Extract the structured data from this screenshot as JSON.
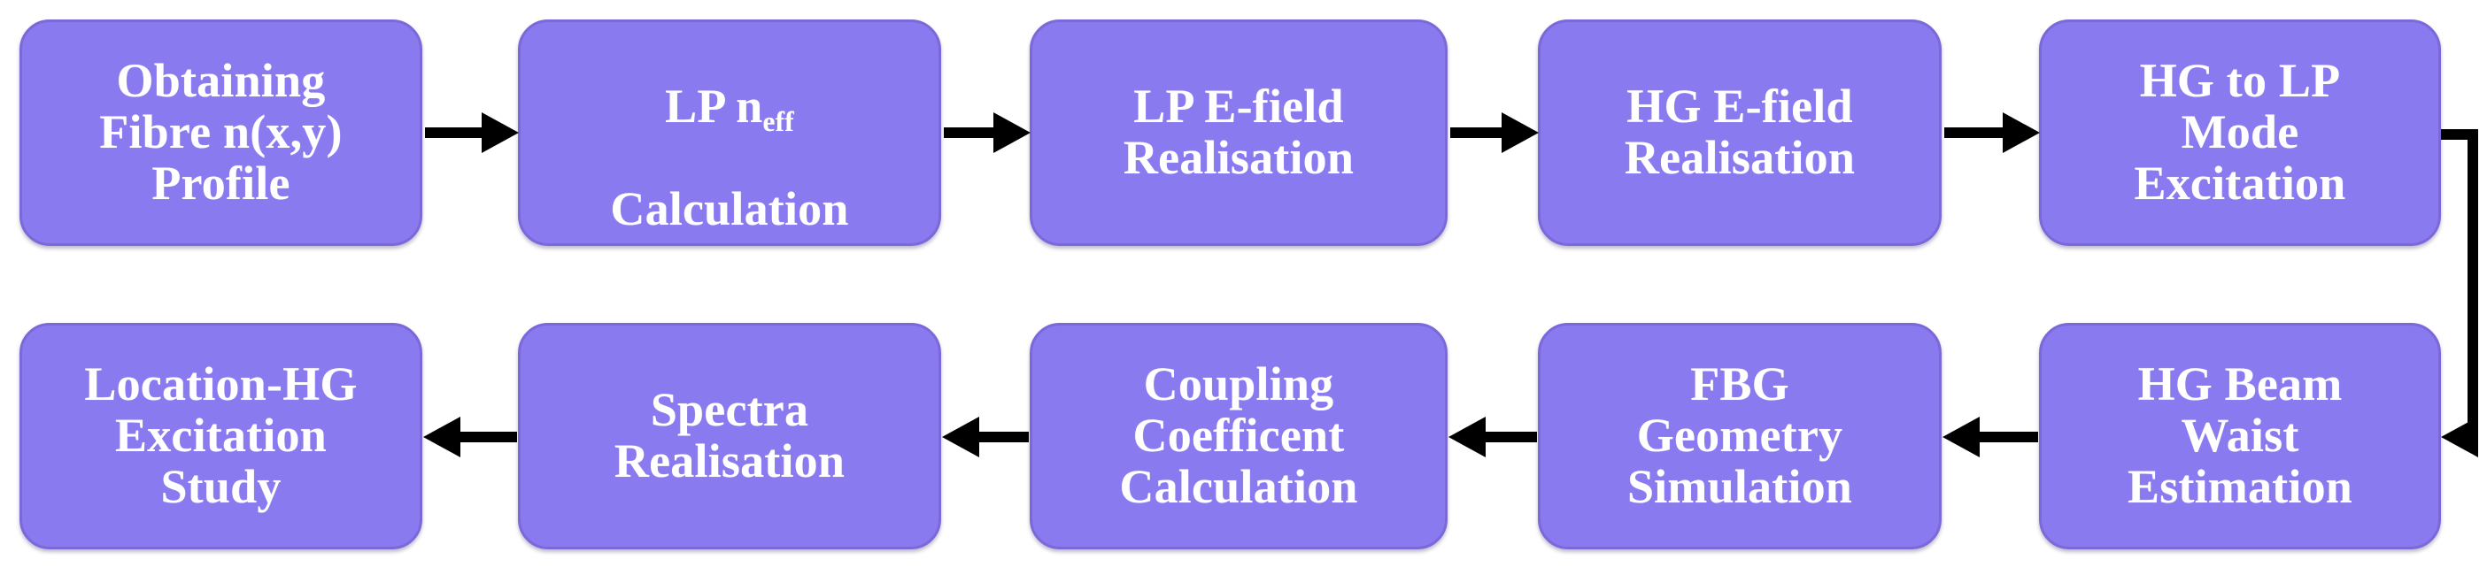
{
  "diagram": {
    "title": "Fibre mode / FBG simulation workflow",
    "type": "flowchart",
    "orientation": "snake-left-to-right-then-right-to-left",
    "colors": {
      "node_fill": "#8a7aef",
      "node_border": "#7b68d9",
      "node_text": "#ffffff",
      "connector": "#000000",
      "background": "#ffffff"
    },
    "rows": [
      {
        "direction": "left-to-right",
        "nodes": [
          {
            "id": "obtaining-fibre-profile",
            "lines": [
              "Obtaining",
              "Fibre n(x,y)",
              "Profile"
            ],
            "text": "Obtaining Fibre n(x,y) Profile",
            "has_subscript": false
          },
          {
            "id": "lp-neff-calculation",
            "lines": [
              "LP n",
              "Calculation"
            ],
            "text": "LP n_eff Calculation",
            "has_subscript": true,
            "sub_base": "LP n",
            "sub_text": "eff",
            "sub_second_line": "Calculation"
          },
          {
            "id": "lp-efield-realisation",
            "lines": [
              "LP E-field",
              "Realisation"
            ],
            "text": "LP E-field Realisation",
            "has_subscript": false
          },
          {
            "id": "hg-efield-realisation",
            "lines": [
              "HG E-field",
              "Realisation"
            ],
            "text": "HG E-field Realisation",
            "has_subscript": false
          },
          {
            "id": "hg-to-lp-mode-excitation",
            "lines": [
              "HG to LP",
              "Mode",
              "Excitation"
            ],
            "text": "HG to LP Mode Excitation",
            "has_subscript": false
          }
        ]
      },
      {
        "direction": "right-to-left",
        "nodes": [
          {
            "id": "location-hg-excitation-study",
            "lines": [
              "Location-HG",
              "Excitation",
              "Study"
            ],
            "text": "Location-HG Excitation Study",
            "has_subscript": false
          },
          {
            "id": "spectra-realisation",
            "lines": [
              "Spectra",
              "Realisation"
            ],
            "text": "Spectra Realisation",
            "has_subscript": false
          },
          {
            "id": "coupling-coefficent-calculation",
            "lines": [
              "Coupling",
              "Coefficent",
              "Calculation"
            ],
            "text": "Coupling Coefficent Calculation",
            "has_subscript": false
          },
          {
            "id": "fbg-geometry-simulation",
            "lines": [
              "FBG",
              "Geometry",
              "Simulation"
            ],
            "text": "FBG Geometry Simulation",
            "has_subscript": false
          },
          {
            "id": "hg-beam-waist-estimation",
            "lines": [
              "HG Beam",
              "Waist",
              "Estimation"
            ],
            "text": "HG Beam Waist Estimation",
            "has_subscript": false
          }
        ]
      }
    ],
    "connectors": [
      {
        "id": "arrow-1",
        "from": "obtaining-fibre-profile",
        "to": "lp-neff-calculation",
        "direction": "right"
      },
      {
        "id": "arrow-2",
        "from": "lp-neff-calculation",
        "to": "lp-efield-realisation",
        "direction": "right"
      },
      {
        "id": "arrow-3",
        "from": "lp-efield-realisation",
        "to": "hg-efield-realisation",
        "direction": "right"
      },
      {
        "id": "arrow-4",
        "from": "hg-efield-realisation",
        "to": "hg-to-lp-mode-excitation",
        "direction": "right"
      },
      {
        "id": "arrow-wrap",
        "from": "hg-to-lp-mode-excitation",
        "to": "hg-beam-waist-estimation",
        "direction": "elbow-down-left"
      },
      {
        "id": "arrow-5",
        "from": "hg-beam-waist-estimation",
        "to": "fbg-geometry-simulation",
        "direction": "left"
      },
      {
        "id": "arrow-6",
        "from": "fbg-geometry-simulation",
        "to": "coupling-coefficent-calculation",
        "direction": "left"
      },
      {
        "id": "arrow-7",
        "from": "coupling-coefficent-calculation",
        "to": "spectra-realisation",
        "direction": "left"
      },
      {
        "id": "arrow-8",
        "from": "spectra-realisation",
        "to": "location-hg-excitation-study",
        "direction": "left"
      }
    ]
  }
}
